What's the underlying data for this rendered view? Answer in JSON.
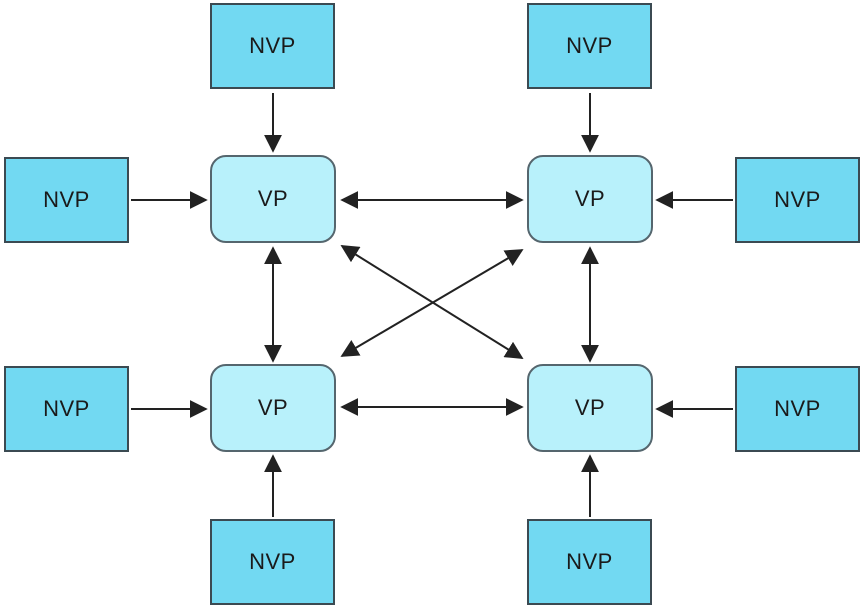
{
  "diagram": {
    "vp_nodes": [
      {
        "id": "vp-tl",
        "label": "VP"
      },
      {
        "id": "vp-tr",
        "label": "VP"
      },
      {
        "id": "vp-bl",
        "label": "VP"
      },
      {
        "id": "vp-br",
        "label": "VP"
      }
    ],
    "nvp_nodes": [
      {
        "id": "nvp-top-left",
        "label": "NVP"
      },
      {
        "id": "nvp-top-right",
        "label": "NVP"
      },
      {
        "id": "nvp-left-top",
        "label": "NVP"
      },
      {
        "id": "nvp-left-bottom",
        "label": "NVP"
      },
      {
        "id": "nvp-right-top",
        "label": "NVP"
      },
      {
        "id": "nvp-right-bottom",
        "label": "NVP"
      },
      {
        "id": "nvp-bottom-left",
        "label": "NVP"
      },
      {
        "id": "nvp-bottom-right",
        "label": "NVP"
      }
    ],
    "edges": [
      {
        "from": "nvp-top-left",
        "to": "vp-tl",
        "direction": "one-way"
      },
      {
        "from": "nvp-top-right",
        "to": "vp-tr",
        "direction": "one-way"
      },
      {
        "from": "nvp-left-top",
        "to": "vp-tl",
        "direction": "one-way"
      },
      {
        "from": "nvp-left-bottom",
        "to": "vp-bl",
        "direction": "one-way"
      },
      {
        "from": "nvp-right-top",
        "to": "vp-tr",
        "direction": "one-way"
      },
      {
        "from": "nvp-right-bottom",
        "to": "vp-br",
        "direction": "one-way"
      },
      {
        "from": "nvp-bottom-left",
        "to": "vp-bl",
        "direction": "one-way"
      },
      {
        "from": "nvp-bottom-right",
        "to": "vp-br",
        "direction": "one-way"
      },
      {
        "from": "vp-tl",
        "to": "vp-tr",
        "direction": "two-way"
      },
      {
        "from": "vp-bl",
        "to": "vp-br",
        "direction": "two-way"
      },
      {
        "from": "vp-tl",
        "to": "vp-bl",
        "direction": "two-way"
      },
      {
        "from": "vp-tr",
        "to": "vp-br",
        "direction": "two-way"
      },
      {
        "from": "vp-tl",
        "to": "vp-br",
        "direction": "two-way"
      },
      {
        "from": "vp-tr",
        "to": "vp-bl",
        "direction": "two-way"
      }
    ],
    "colors": {
      "nvp_fill": "#72d9f2",
      "vp_fill": "#b8f1fb",
      "border": "#3b4a52",
      "arrow": "#222222"
    }
  }
}
